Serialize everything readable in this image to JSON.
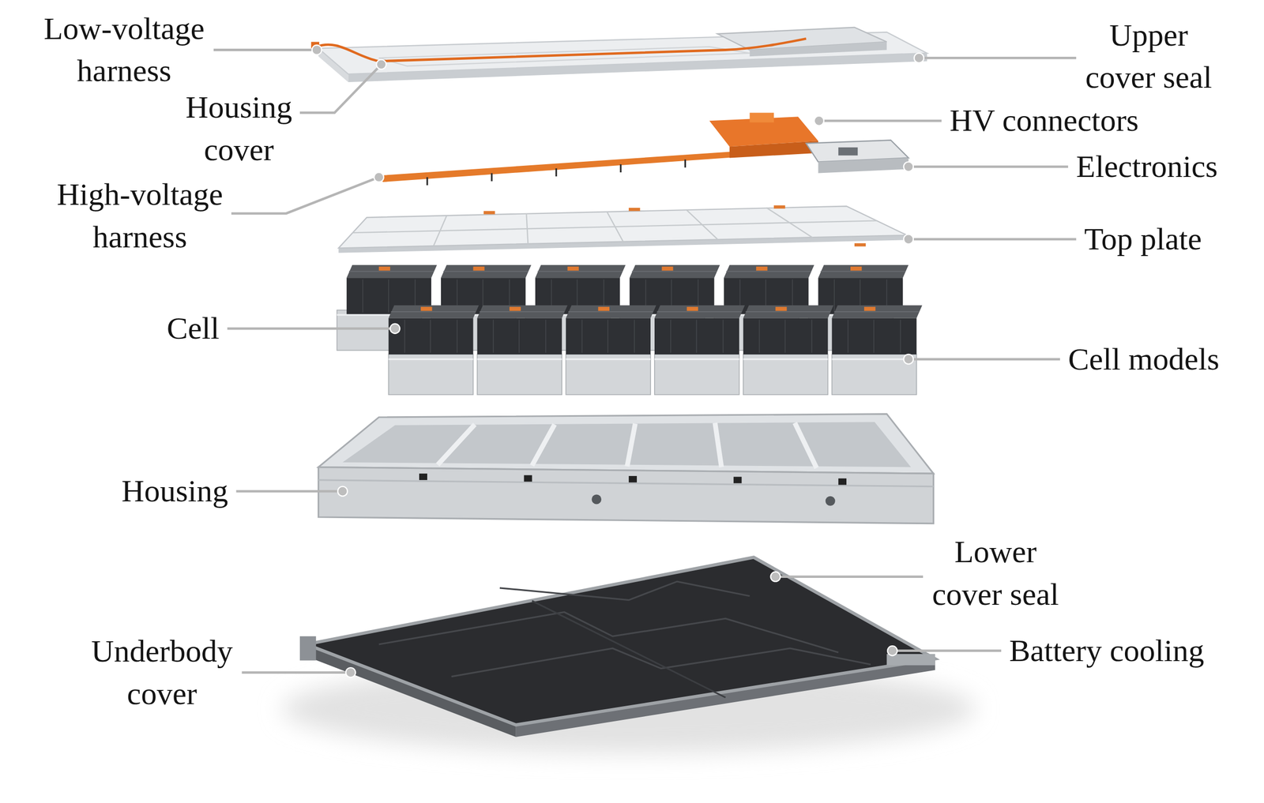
{
  "diagram": {
    "labels": [
      "Low-voltage harness",
      "Housing cover",
      "Upper cover seal",
      "HV connectors",
      "Electronics",
      "High-voltage harness",
      "Top plate",
      "Cell",
      "Cell models",
      "Housing",
      "Lower cover seal",
      "Battery cooling",
      "Underbody cover"
    ]
  }
}
